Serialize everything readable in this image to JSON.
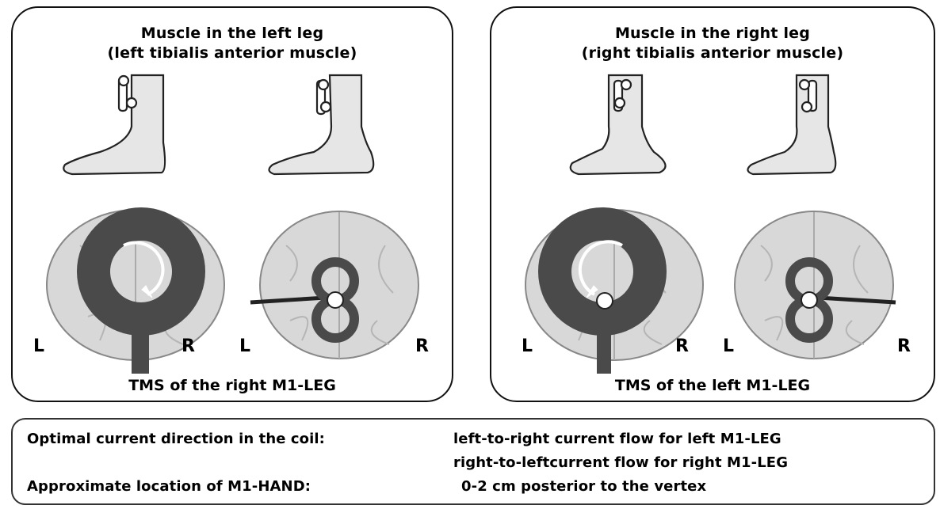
{
  "panels": [
    {
      "title_line1": "Muscle in the left leg",
      "title_line2": "(left tibialis anterior muscle)",
      "caption": "TMS of the right M1-LEG",
      "side_labels": [
        "L",
        "R",
        "L",
        "R"
      ]
    },
    {
      "title_line1": "Muscle in the right leg",
      "title_line2": "(right tibialis anterior muscle)",
      "caption": "TMS of the left M1-LEG",
      "side_labels": [
        "L",
        "R",
        "L",
        "R"
      ]
    }
  ],
  "info": {
    "label_current": "Optimal current direction in the coil:",
    "value_current_1": "left-to-right current flow for left M1-LEG",
    "value_current_2": "right-to-leftcurrent flow for right M1-LEG",
    "label_location": "Approximate location of M1-HAND:",
    "value_location": "0-2 cm posterior to the vertex"
  },
  "colors": {
    "coil": "#4a4a4a",
    "brain": "#d6d6d6",
    "leg": "#e6e6e6",
    "outline": "#222222"
  }
}
